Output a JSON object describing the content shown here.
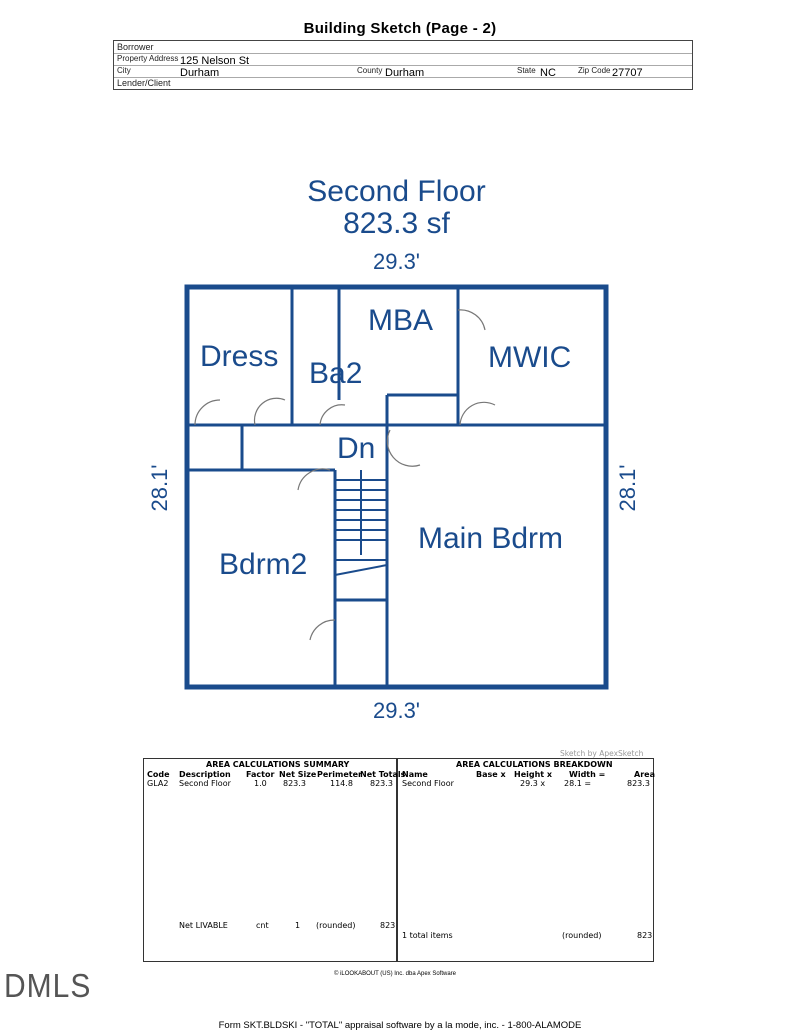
{
  "title": "Building Sketch (Page - 2)",
  "header": {
    "borrower_label": "Borrower",
    "address_label": "Property Address",
    "address": "125 Nelson St",
    "city_label": "City",
    "city": "Durham",
    "county_label": "County",
    "county": "Durham",
    "state_label": "State",
    "state": "NC",
    "zip_label": "Zip Code",
    "zip": "27707",
    "lender_label": "Lender/Client"
  },
  "sketch": {
    "floor_name": "Second Floor",
    "floor_area": "823.3 sf",
    "dim_top": "29.3'",
    "dim_bottom": "29.3'",
    "dim_left": "28.1'",
    "dim_right": "28.1'",
    "rooms": {
      "dress": "Dress",
      "ba2": "Ba2",
      "mba": "MBA",
      "mwic": "MWIC",
      "dn": "Dn",
      "bdrm2": "Bdrm2",
      "main": "Main Bdrm"
    },
    "wall_color": "#1a4b8c"
  },
  "credit": "Sketch by ApexSketch",
  "summary": {
    "title": "AREA CALCULATIONS SUMMARY",
    "headers": [
      "Code",
      "Description",
      "Factor",
      "Net Size",
      "Perimeter",
      "Net Totals"
    ],
    "row": [
      "GLA2",
      "Second Floor",
      "1.0",
      "823.3",
      "114.8",
      "823.3"
    ],
    "total": [
      "Net LIVABLE",
      "cnt",
      "1",
      "(rounded)",
      "823"
    ]
  },
  "breakdown": {
    "title": "AREA CALCULATIONS BREAKDOWN",
    "headers": [
      "Name",
      "Base x",
      "Height x",
      "Width =",
      "Area"
    ],
    "row": [
      "Second Floor",
      "29.3 x",
      "28.1 =",
      "823.3"
    ],
    "total": [
      "1 total items",
      "(rounded)",
      "823"
    ]
  },
  "copyright": "© iLOOKABOUT (US) Inc. dba Apex Software",
  "watermark": "DMLS",
  "footer": "Form SKT.BLDSKI - \"TOTAL\" appraisal software by a la mode, inc. - 1-800-ALAMODE"
}
